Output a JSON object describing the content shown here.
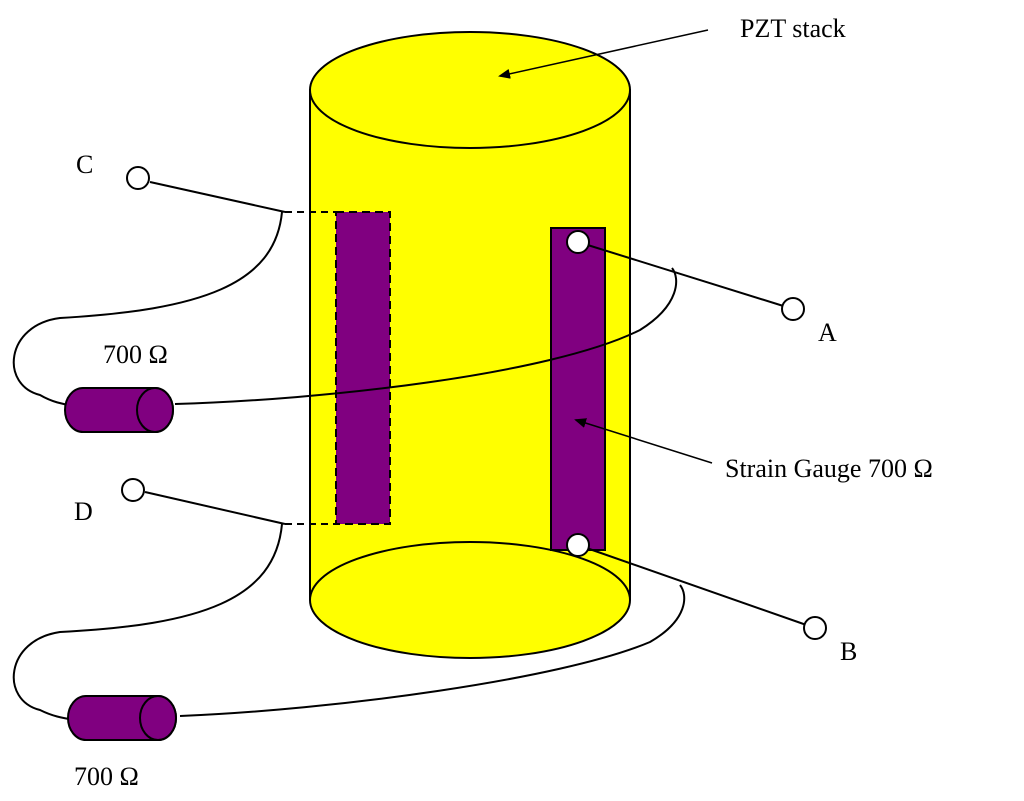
{
  "labels": {
    "pzt_stack": "PZT stack",
    "strain_gauge": "Strain Gauge 700 Ω",
    "terminal_a": "A",
    "terminal_b": "B",
    "terminal_c": "C",
    "terminal_d": "D",
    "resistor_top": "700 Ω",
    "resistor_bottom": "700 Ω"
  },
  "colors": {
    "stack": "#ffff00",
    "gauge": "#800080",
    "line": "#000000",
    "background": "#ffffff"
  }
}
